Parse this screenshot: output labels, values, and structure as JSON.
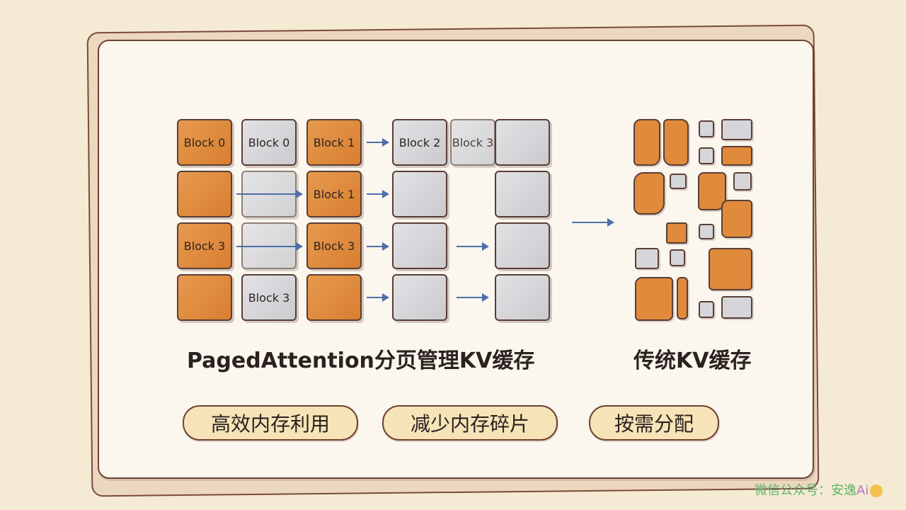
{
  "blocks": {
    "r1c1": "Block 0",
    "r1c2": "Block 0",
    "r1c3": "Block 1",
    "r1c4": "Block 2",
    "r1c5": "Block 3",
    "r2c3": "Block 1",
    "r3c1": "Block 3",
    "r3c3": "Block 3",
    "r4c2": "Block 3"
  },
  "captions": {
    "paged": "PagedAttention分页管理KV缓存",
    "traditional": "传统KV缓存"
  },
  "benefits": [
    "高效内存利用",
    "减少内存碎片",
    "按需分配"
  ],
  "watermark": {
    "prefix": "微信公众号：安逸",
    "ai": "Ai"
  },
  "colors": {
    "used_block": "#e08a3c",
    "free_block": "#d9d9dc",
    "arrow": "#4d6fa8",
    "pill": "#f6e3b7"
  }
}
